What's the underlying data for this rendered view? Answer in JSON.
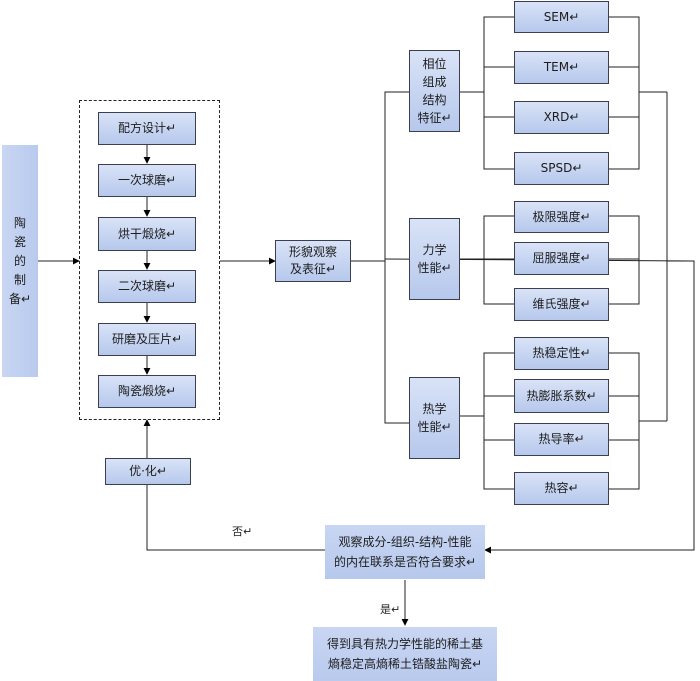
{
  "side_label": "陶\n瓷\n的\n制\n备↵",
  "process_steps": [
    "配方设计↵",
    "一次球磨↵",
    "烘干煅烧↵",
    "二次球磨↵",
    "研磨及压片↵",
    "陶瓷煅烧↵"
  ],
  "optimize": "优·化↵",
  "observe": "形貌观察\n及表征↵",
  "categories": {
    "phase": "相位\n组成\n结构\n特征↵",
    "mechanical": "力学\n性能↵",
    "thermal": "热学\n性能↵"
  },
  "phase_items": [
    "SEM↵",
    "TEM↵",
    "XRD↵",
    "SPSD↵"
  ],
  "mechanical_items": [
    "极限强度↵",
    "屈服强度↵",
    "维氏强度↵"
  ],
  "thermal_items": [
    "热稳定性↵",
    "热膨胀系数↵",
    "热导率↵",
    "热容↵"
  ],
  "decision": "观察成分-组织-结构-性能\n的内在联系是否符合要求↵",
  "result": "得到具有热力学性能的稀土基\n熵稳定高熵稀土锆酸盐陶瓷↵",
  "no_label": "否↵",
  "yes_label": "是↵"
}
